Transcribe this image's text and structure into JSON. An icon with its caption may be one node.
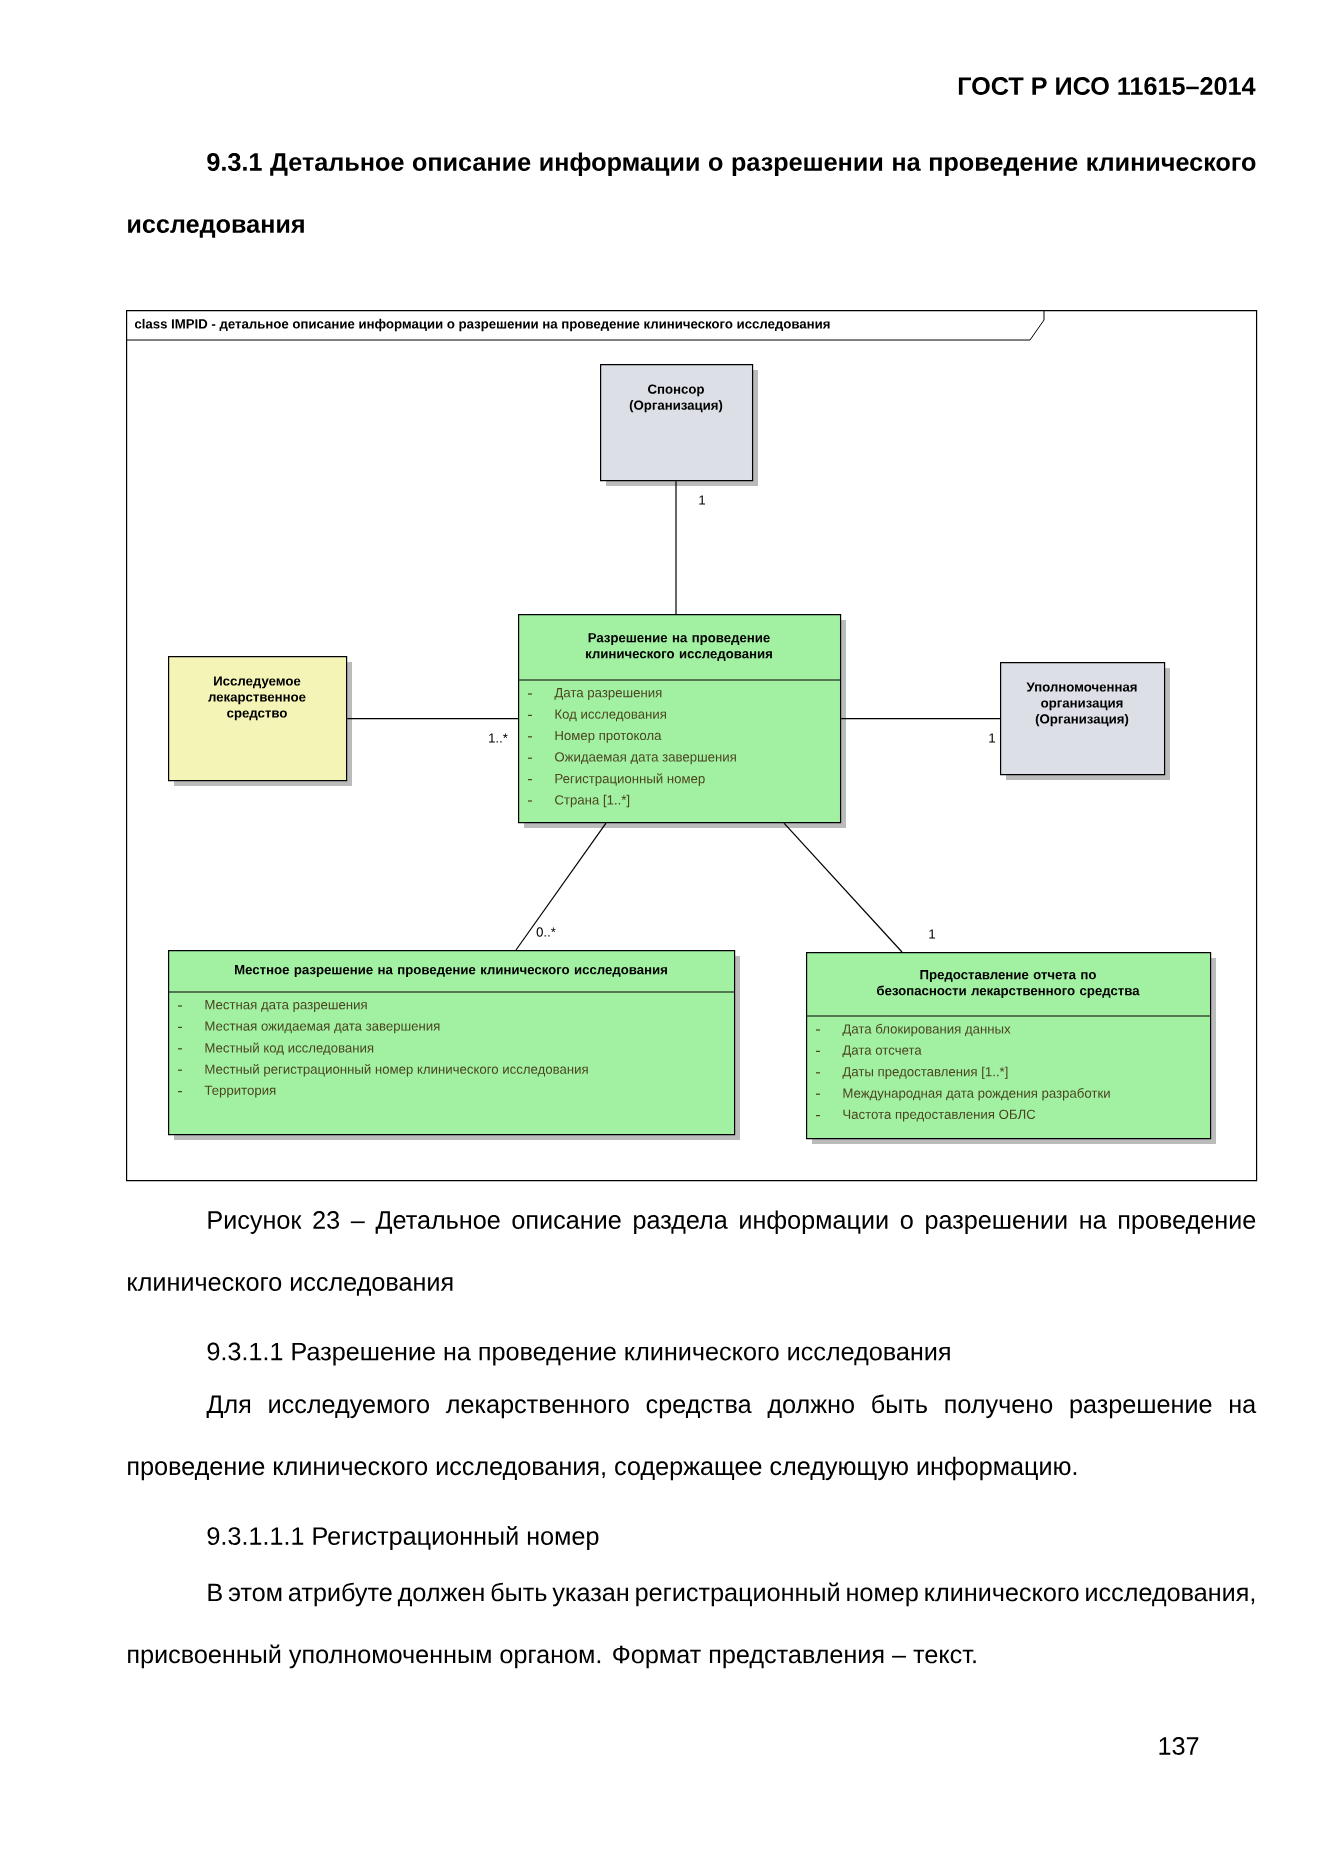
{
  "diagram": {
    "title": "9.3.1 Детальное описание информации о разрешении на проведение клинического исследования",
    "caption": "Рисунок 23 – Детальное описание раздела информации о разрешении на проведение клинического исследования",
    "nodes": [
      {
        "text": [
          "class IMPID - детальное описание информации о разрешении на проведение клинического исследования"
        ]
      },
      {
        "text": [
          "Спонсор (Организация)"
        ],
        "in": 0
      },
      {
        "text": [
          "Исследуемое лекарственное средство"
        ],
        "in": 0
      },
      {
        "text": [
          "Разрешение на проведение клинического исследования",
          "Дата разрешения",
          "Код исследования",
          "Номер протокола",
          "Ожидаемая дата завершения",
          "Регистрационный номер",
          "Страна [1..*]"
        ],
        "in": 0
      },
      {
        "text": [
          "Уполномоченная организация (Организация)"
        ],
        "in": 0
      },
      {
        "text": [
          "Местное разрешение на проведение клинического исследования",
          "Местная дата разрешения",
          "Местная ожидаемая дата завершения",
          "Местный код исследования",
          "Местный регистрационный номер клинического исследования",
          "Территория"
        ],
        "in": 0
      },
      {
        "text": [
          "Предоставление отчета по безопасности лекарственного средства",
          "Дата блокирования данных",
          "Дата отсчета",
          "Даты предоставления [1..*]",
          "Международная дата рождения разработки",
          "Частота предоставления ОБЛС"
        ],
        "in": 0
      }
    ],
    "edges": [
      {
        "from": 3,
        "to": 1,
        "arrow": "none",
        "label": "1"
      },
      {
        "from": 2,
        "to": 3,
        "arrow": "none",
        "label": "1..*"
      },
      {
        "from": 3,
        "to": 4,
        "arrow": "none",
        "label": "1"
      },
      {
        "from": 3,
        "to": 5,
        "arrow": "none",
        "label": "0..*"
      },
      {
        "from": 3,
        "to": 6,
        "arrow": "none",
        "label": "1"
      }
    ],
    "labels": [
      "ГОСТ Р ИСО 11615–2014",
      "9.3.1.1 Разрешение на проведение клинического исследования",
      "Для исследуемого лекарственного средства должно быть получено разрешение на проведение клинического исследования, содержащее следующую информацию.",
      "9.3.1.1.1 Регистрационный номер",
      "В этом атрибуте должен быть указан регистрационный номер клинического исследования, присвоенный уполномоченным органом. Формат представления – текст.",
      "137"
    ]
  }
}
